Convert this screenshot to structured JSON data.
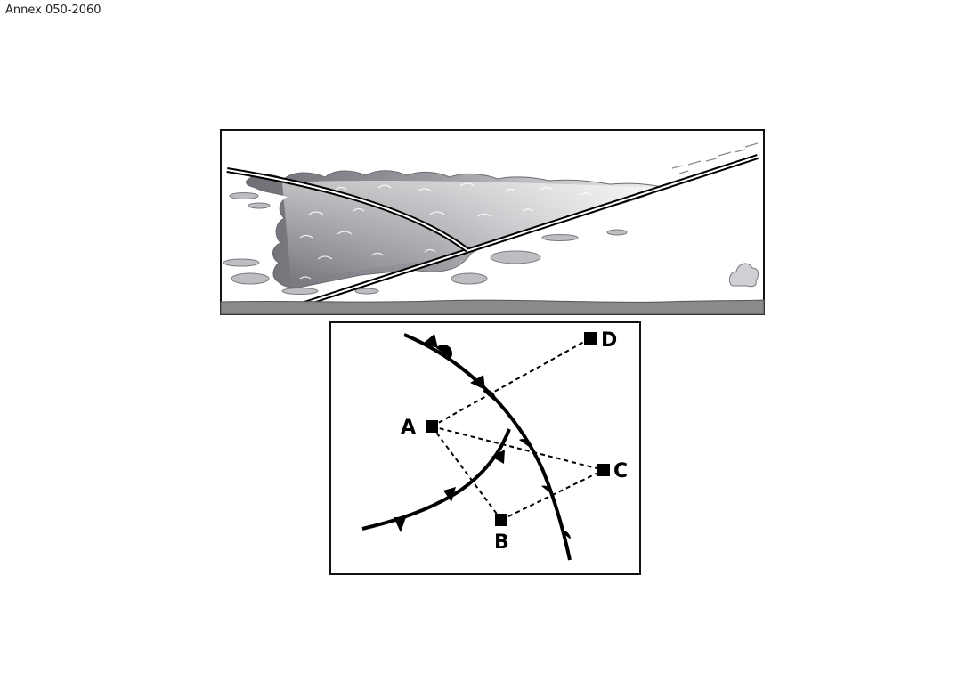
{
  "header": {
    "annex_label": "Annex 050-2060"
  },
  "cross_section": {
    "cloud_color": "#8e8e92",
    "cloud_light_color": "#d4d4d8",
    "ground_color": "#8a8a8a"
  },
  "front_map": {
    "points": {
      "a": "A",
      "b": "B",
      "c": "C",
      "d": "D"
    },
    "line_color": "#000000"
  }
}
